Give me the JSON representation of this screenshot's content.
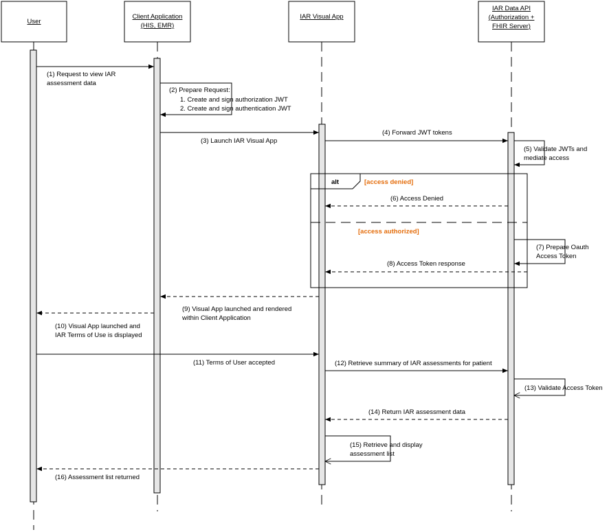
{
  "participants": [
    {
      "id": "user",
      "lines": [
        "User"
      ]
    },
    {
      "id": "client",
      "lines": [
        "Client Application",
        "(HIS, EMR)"
      ]
    },
    {
      "id": "visual",
      "lines": [
        "IAR Visual App"
      ]
    },
    {
      "id": "api",
      "lines": [
        "IAR Data API",
        "(Authorization +",
        "FHIR Server)"
      ]
    }
  ],
  "messages": [
    {
      "id": "m1",
      "lines": [
        "(1) Request to view IAR",
        "assessment data"
      ]
    },
    {
      "id": "m2",
      "lines": [
        "(2)  Prepare Request:",
        "1. Create and sign authorization JWT",
        "2. Create and sign authentication JWT"
      ]
    },
    {
      "id": "m3",
      "lines": [
        "(3) Launch IAR Visual App"
      ]
    },
    {
      "id": "m4",
      "lines": [
        "(4) Forward JWT tokens"
      ]
    },
    {
      "id": "m5",
      "lines": [
        "(5) Validate JWTs and",
        "mediate access"
      ]
    },
    {
      "id": "m6",
      "lines": [
        "(6) Access Denied"
      ]
    },
    {
      "id": "m7",
      "lines": [
        "(7) Prepare Oauth",
        "Access Token"
      ]
    },
    {
      "id": "m8",
      "lines": [
        "(8) Access Token response"
      ]
    },
    {
      "id": "m9",
      "lines": [
        "(9) Visual App launched and rendered",
        "within Client Application"
      ]
    },
    {
      "id": "m10",
      "lines": [
        "(10) Visual App launched and",
        "IAR Terms of Use is displayed"
      ]
    },
    {
      "id": "m11",
      "lines": [
        "(11) Terms of User accepted"
      ]
    },
    {
      "id": "m12",
      "lines": [
        "(12) Retrieve summary of IAR assessments for patient"
      ]
    },
    {
      "id": "m13",
      "lines": [
        "(13) Validate Access Token"
      ]
    },
    {
      "id": "m14",
      "lines": [
        "(14) Return IAR assessment data"
      ]
    },
    {
      "id": "m15",
      "lines": [
        "(15) Retrieve and display",
        "assessment list"
      ]
    },
    {
      "id": "m16",
      "lines": [
        "(16) Assessment list returned"
      ]
    }
  ],
  "alt_frame": {
    "label": "alt",
    "guard_denied": "[access denied]",
    "guard_authorized": "[access authorized]"
  },
  "colors": {
    "guard_text": "#e46c0a",
    "activation_fill": "#e6e6e6",
    "line": "#000000"
  }
}
